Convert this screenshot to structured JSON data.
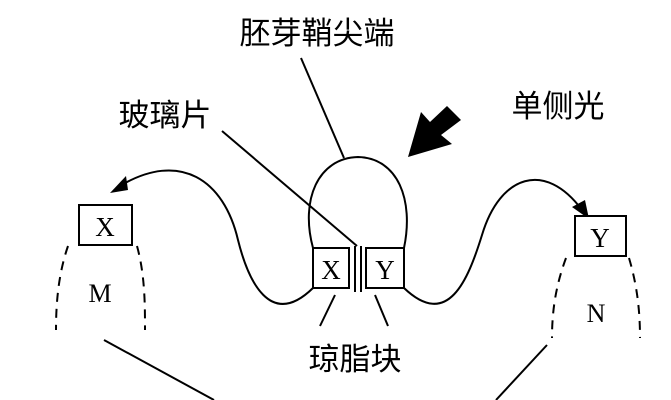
{
  "labels": {
    "coleoptile_tip": "胚芽鞘尖端",
    "glass_slide": "玻璃片",
    "unilateral_light": "单侧光",
    "agar_blocks": "琼脂块"
  },
  "blocks": {
    "left_on_tip": "X",
    "right_on_tip": "Y",
    "transferred_left": "X",
    "transferred_right": "Y"
  },
  "stems": {
    "left": "M",
    "right": "N"
  }
}
